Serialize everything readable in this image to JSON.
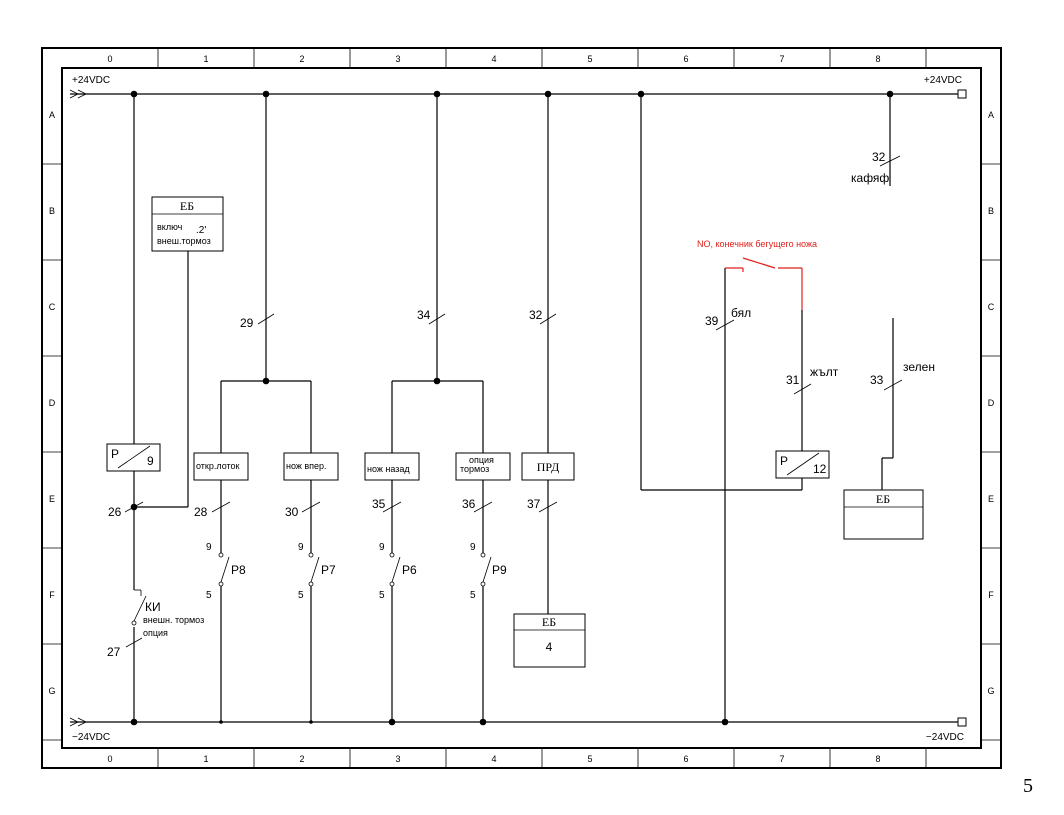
{
  "page_number": "5",
  "columns": [
    "0",
    "1",
    "2",
    "3",
    "4",
    "5",
    "6",
    "7",
    "8"
  ],
  "rows": [
    "A",
    "B",
    "C",
    "D",
    "E",
    "F",
    "G"
  ],
  "rails": {
    "top_left": "+24VDC",
    "top_right": "+24VDC",
    "bottom_left": "−24VDC",
    "bottom_right": "−24VDC"
  },
  "wires": {
    "w32a": "32",
    "w32a_label": "кафяф",
    "w29": "29",
    "w34": "34",
    "w32b": "32",
    "w39": "39",
    "w39_label": "бял",
    "w31": "31",
    "w31_label": "жълт",
    "w33": "33",
    "w33_label": "зелен",
    "w26": "26",
    "w28": "28",
    "w30": "30",
    "w35": "35",
    "w36": "36",
    "w37": "37",
    "w27": "27"
  },
  "eb_top": {
    "title": "ЕБ",
    "line1": "включ",
    "ref": "2",
    "line2": "внеш.тормоз"
  },
  "red_note": "NO, конечник бегущего ножа",
  "relay9": {
    "p": "P",
    "num": "9"
  },
  "relay12": {
    "p": "P",
    "num": "12"
  },
  "boxes": {
    "otkr": "откр.лоток",
    "noz_vper": "нож впер.",
    "noz_nazad": "нож назад",
    "opcia1": "опция",
    "opcia2": "тормоз",
    "prd": "ПРД"
  },
  "eb_bottom": {
    "title": "ЕБ",
    "num": "4"
  },
  "eb_right": {
    "title": "ЕБ"
  },
  "contacts": [
    {
      "top": "9",
      "bottom": "5",
      "name": "P8"
    },
    {
      "top": "9",
      "bottom": "5",
      "name": "P7"
    },
    {
      "top": "9",
      "bottom": "5",
      "name": "P6"
    },
    {
      "top": "9",
      "bottom": "5",
      "name": "P9"
    }
  ],
  "ki": {
    "name": "КИ",
    "line1": "внешн. тормоз",
    "line2": "опция"
  }
}
